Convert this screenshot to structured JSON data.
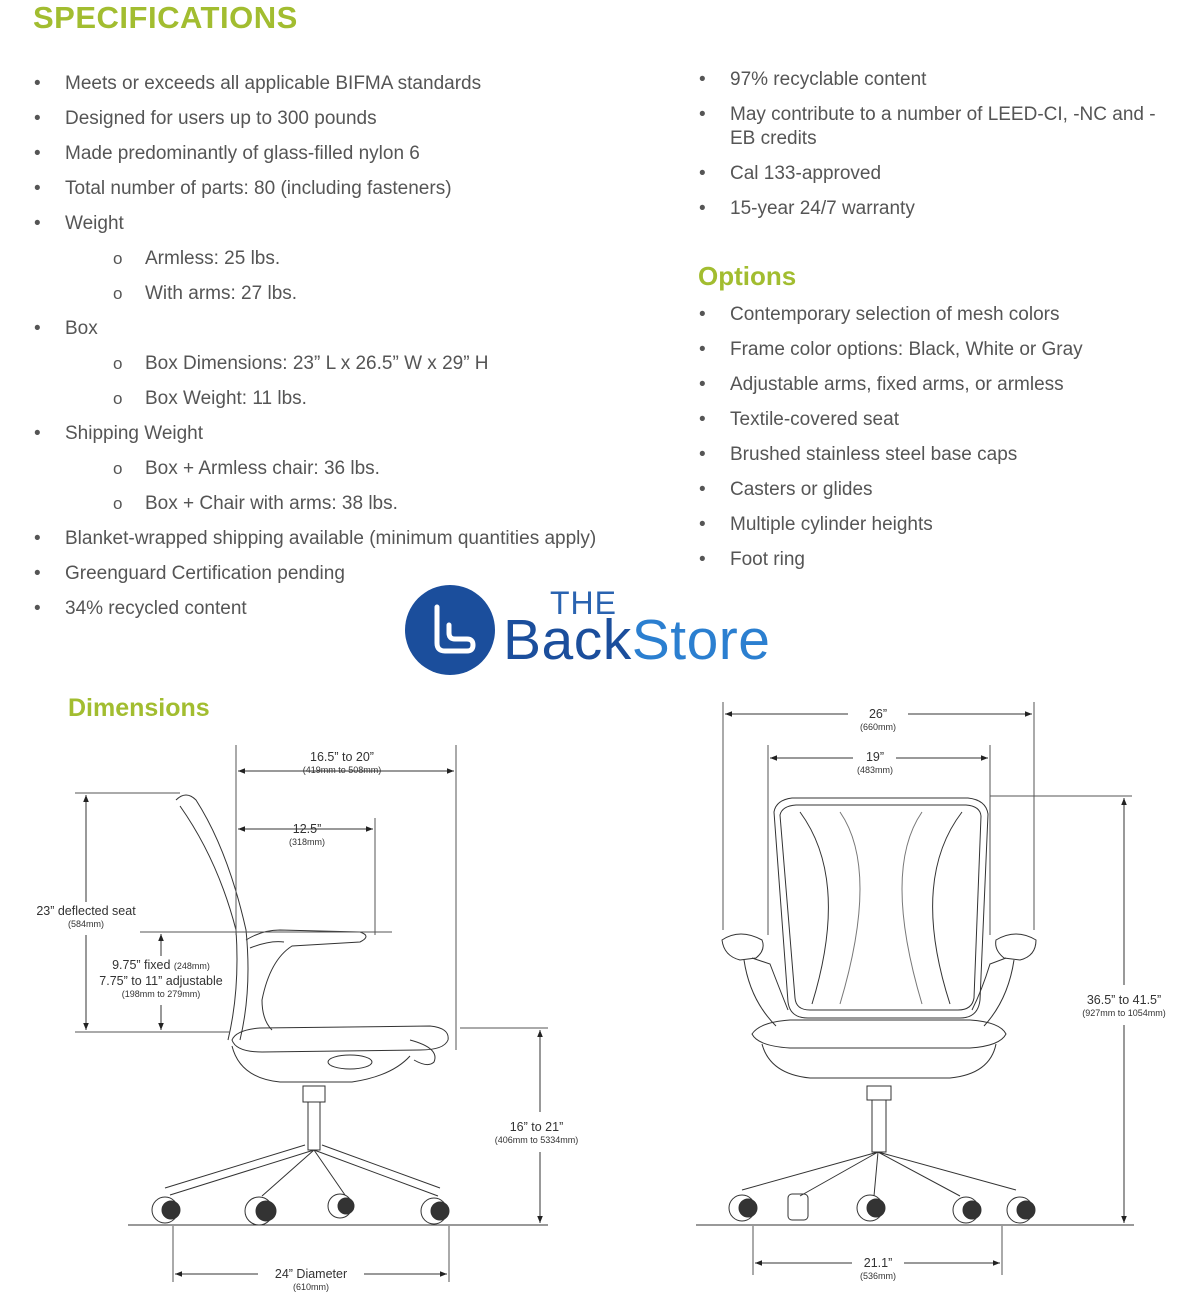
{
  "specifications": {
    "title": "SPECIFICATIONS",
    "left_items": [
      {
        "level": 1,
        "text": "Meets or exceeds all applicable BIFMA standards"
      },
      {
        "level": 1,
        "text": "Designed for users up to 300 pounds"
      },
      {
        "level": 1,
        "text": "Made predominantly of glass-filled nylon 6"
      },
      {
        "level": 1,
        "text": "Total number of parts: 80 (including fasteners)"
      },
      {
        "level": 1,
        "text": "Weight"
      },
      {
        "level": 2,
        "text": "Armless: 25 lbs."
      },
      {
        "level": 2,
        "text": "With arms: 27 lbs."
      },
      {
        "level": 1,
        "text": "Box"
      },
      {
        "level": 2,
        "text": "Box Dimensions: 23” L x 26.5” W x 29” H"
      },
      {
        "level": 2,
        "text": "Box Weight: 11 lbs."
      },
      {
        "level": 1,
        "text": "Shipping Weight"
      },
      {
        "level": 2,
        "text": "Box + Armless chair: 36 lbs."
      },
      {
        "level": 2,
        "text": "Box + Chair with arms: 38 lbs."
      },
      {
        "level": 1,
        "text": "Blanket-wrapped shipping available (minimum quantities apply)"
      },
      {
        "level": 1,
        "text": "Greenguard Certification pending"
      },
      {
        "level": 1,
        "text": "34% recycled content"
      }
    ],
    "right_items": [
      "97% recyclable content",
      "May contribute to a number of LEED-CI, -NC and -EB credits",
      "Cal 133-approved",
      "15-year 24/7 warranty"
    ]
  },
  "options": {
    "title": "Options",
    "items": [
      "Contemporary selection of mesh colors",
      "Frame color options: Black, White or Gray",
      "Adjustable arms, fixed arms, or armless",
      "Textile-covered seat",
      "Brushed stainless steel base caps",
      "Casters or glides",
      "Multiple cylinder heights",
      "Foot ring"
    ]
  },
  "logo": {
    "the": "THE",
    "back": "Back",
    "store": "Store"
  },
  "dimensions": {
    "title": "Dimensions",
    "side": {
      "depth": "16.5” to 20”",
      "depth_mm": "(419mm to 508mm)",
      "seat_depth": "12.5”",
      "seat_depth_mm": "(318mm)",
      "deflected_seat": "23” deflected seat",
      "deflected_seat_mm": "(584mm)",
      "arm_fixed": "9.75” fixed",
      "arm_fixed_mm": "(248mm)",
      "arm_adjustable": "7.75” to 11” adjustable",
      "arm_adjustable_mm": "(198mm to 279mm)",
      "seat_height": "16” to 21”",
      "seat_height_mm": "(406mm to 5334mm)",
      "base_diameter": "24” Diameter",
      "base_diameter_mm": "(610mm)"
    },
    "front": {
      "overall_width": "26”",
      "overall_width_mm": "(660mm)",
      "inner_width": "19”",
      "inner_width_mm": "(483mm)",
      "overall_height": "36.5” to 41.5”",
      "overall_height_mm": "(927mm to 1054mm)",
      "base_width": "21.1”",
      "base_width_mm": "(536mm)"
    }
  },
  "colors": {
    "accent_green": "#a2bd30",
    "logo_blue": "#1b4e9c",
    "logo_light_blue": "#2b7fd0"
  }
}
